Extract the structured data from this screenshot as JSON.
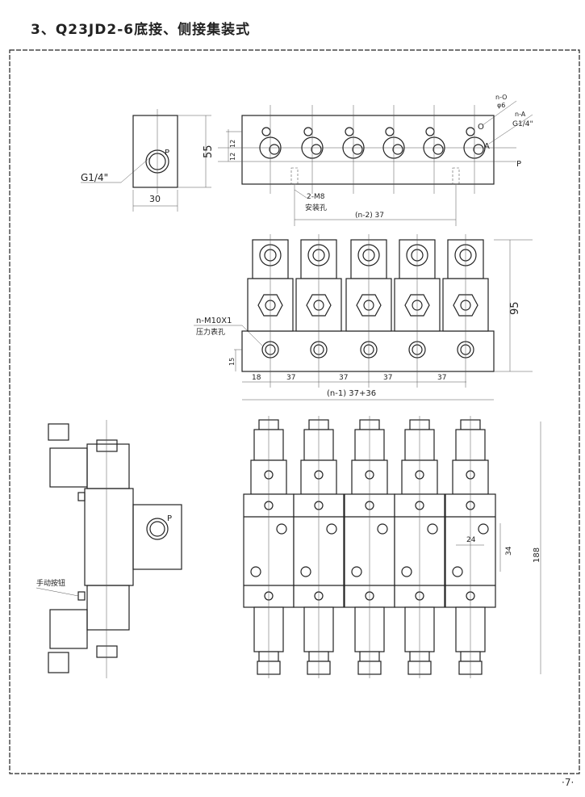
{
  "title": "3、Q23JD2-6底接、侧接集装式",
  "page_number": "·7·",
  "top_left_view": {
    "height": "55",
    "width": "30",
    "port": "P",
    "thread": "G1/4\""
  },
  "top_right_view": {
    "n_o": "n-O",
    "phi": "φ6",
    "o": "O",
    "n_a": "n-A",
    "thread": "G1/4\"",
    "a": "A",
    "p": "P",
    "dim12a": "12",
    "dim12b": "12",
    "mount": "2-M8",
    "mount_label": "安装孔",
    "pitch": "(n-2) 37"
  },
  "middle_view": {
    "height": "95",
    "gauge": "n-M10X1",
    "gauge_label": "压力表孔",
    "dim15": "15",
    "dim18": "18",
    "pitches": [
      "37",
      "37",
      "37",
      "37"
    ],
    "total": "(n-1) 37+36"
  },
  "side_view": {
    "port": "P",
    "manual": "手动按钮"
  },
  "bottom_view": {
    "d24": "24",
    "d34": "34",
    "d188": "188"
  }
}
